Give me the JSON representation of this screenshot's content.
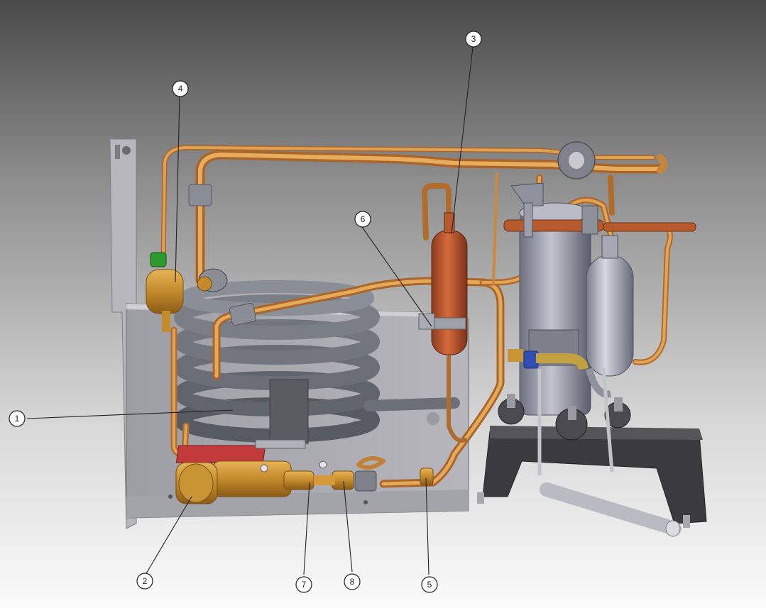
{
  "callouts": [
    {
      "id": "callout-1",
      "label": "1"
    },
    {
      "id": "callout-2",
      "label": "2"
    },
    {
      "id": "callout-3",
      "label": "3"
    },
    {
      "id": "callout-4",
      "label": "4"
    },
    {
      "id": "callout-5",
      "label": "5"
    },
    {
      "id": "callout-6",
      "label": "6"
    },
    {
      "id": "callout-7",
      "label": "7"
    },
    {
      "id": "callout-8",
      "label": "8"
    }
  ],
  "colors": {
    "copper": "#d4913c",
    "copper_dark": "#a9652a",
    "receiver": "#b8532c",
    "coil": "#6b6f78",
    "steel": "#a8aab2",
    "frame": "#b9b9be",
    "base": "#3c3c40",
    "brass": "#c89434",
    "valve_green": "#2d9a2d",
    "valve_blue": "#2f4fb5",
    "terminal_red": "#c23a3a"
  }
}
